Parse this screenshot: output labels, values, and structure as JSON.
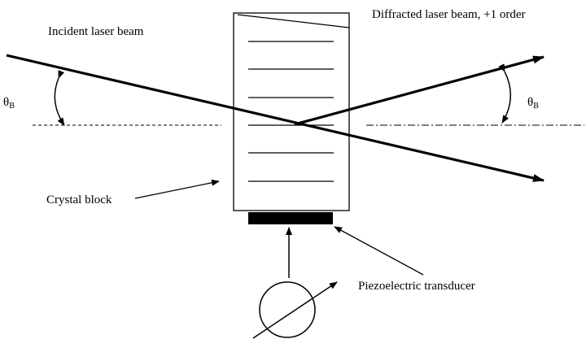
{
  "labels": {
    "incident": "Incident laser beam",
    "diffracted": "Diffracted laser beam, +1 order",
    "crystal": "Crystal block",
    "transducer": "Piezoelectric transducer"
  },
  "angles": {
    "left_symbol": "θ",
    "left_subscript": "B",
    "right_symbol": "θ",
    "right_subscript": "B"
  },
  "colors": {
    "ink": "#000000",
    "background": "#ffffff"
  }
}
